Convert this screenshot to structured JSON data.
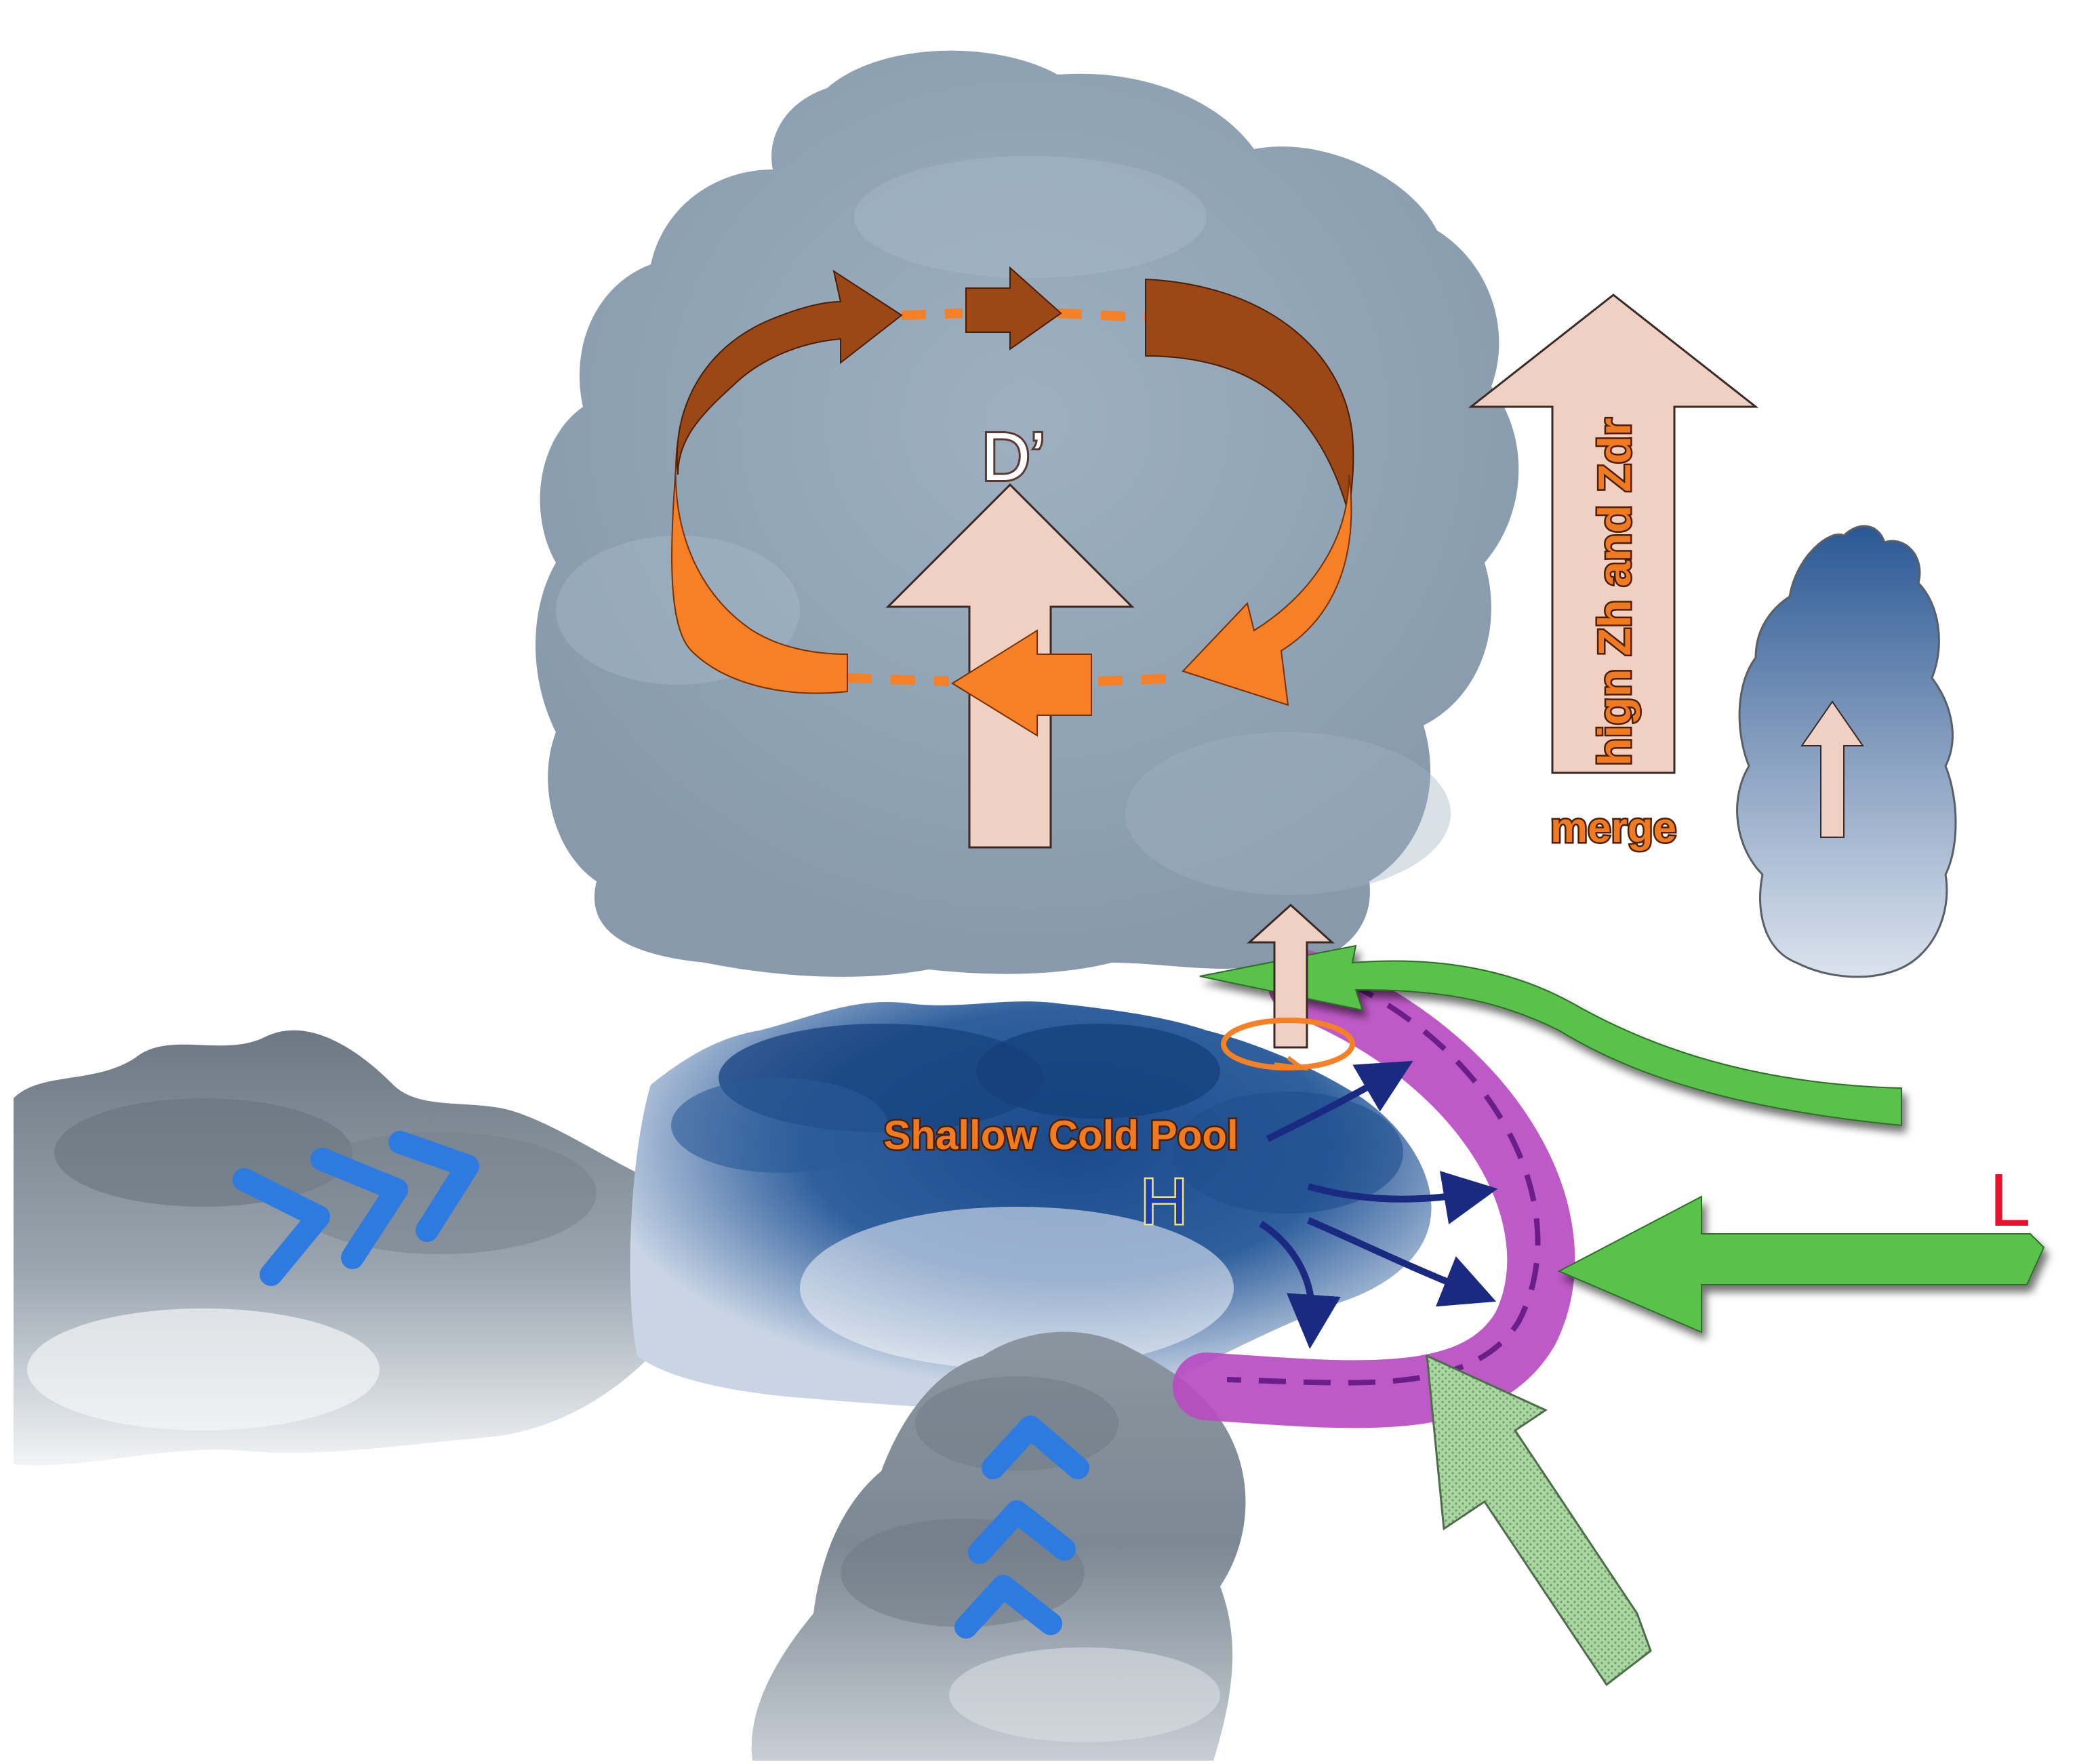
{
  "labels": {
    "d_prime": "D’",
    "high_zh_zdr": "hign Zh and Zdr",
    "merge": "merge",
    "shallow_cold_pool": "Shallow Cold Pool",
    "high_pressure": "H",
    "low_pressure": "L"
  },
  "colors": {
    "cloud_top": "#8fa3b5",
    "cloud_dark_blue": "#1d4e8f",
    "cloud_grey": "#7f8b95",
    "orange": "#f58025",
    "brown": "#9c4716",
    "peach": "#f0d0c2",
    "magenta": "#b94cc2",
    "green": "#59c24b",
    "light_green": "#a8d6a0",
    "navy": "#1a2a80",
    "chevron_blue": "#2d7be0",
    "low_red": "#e8102a"
  },
  "icons": {
    "circulation": "ring-arrow-icon",
    "updraft": "up-arrow-icon",
    "inflow": "green-inflow-arrow-icon",
    "rotation": "rotation-ellipse-icon",
    "wind": "chevron-icon"
  }
}
